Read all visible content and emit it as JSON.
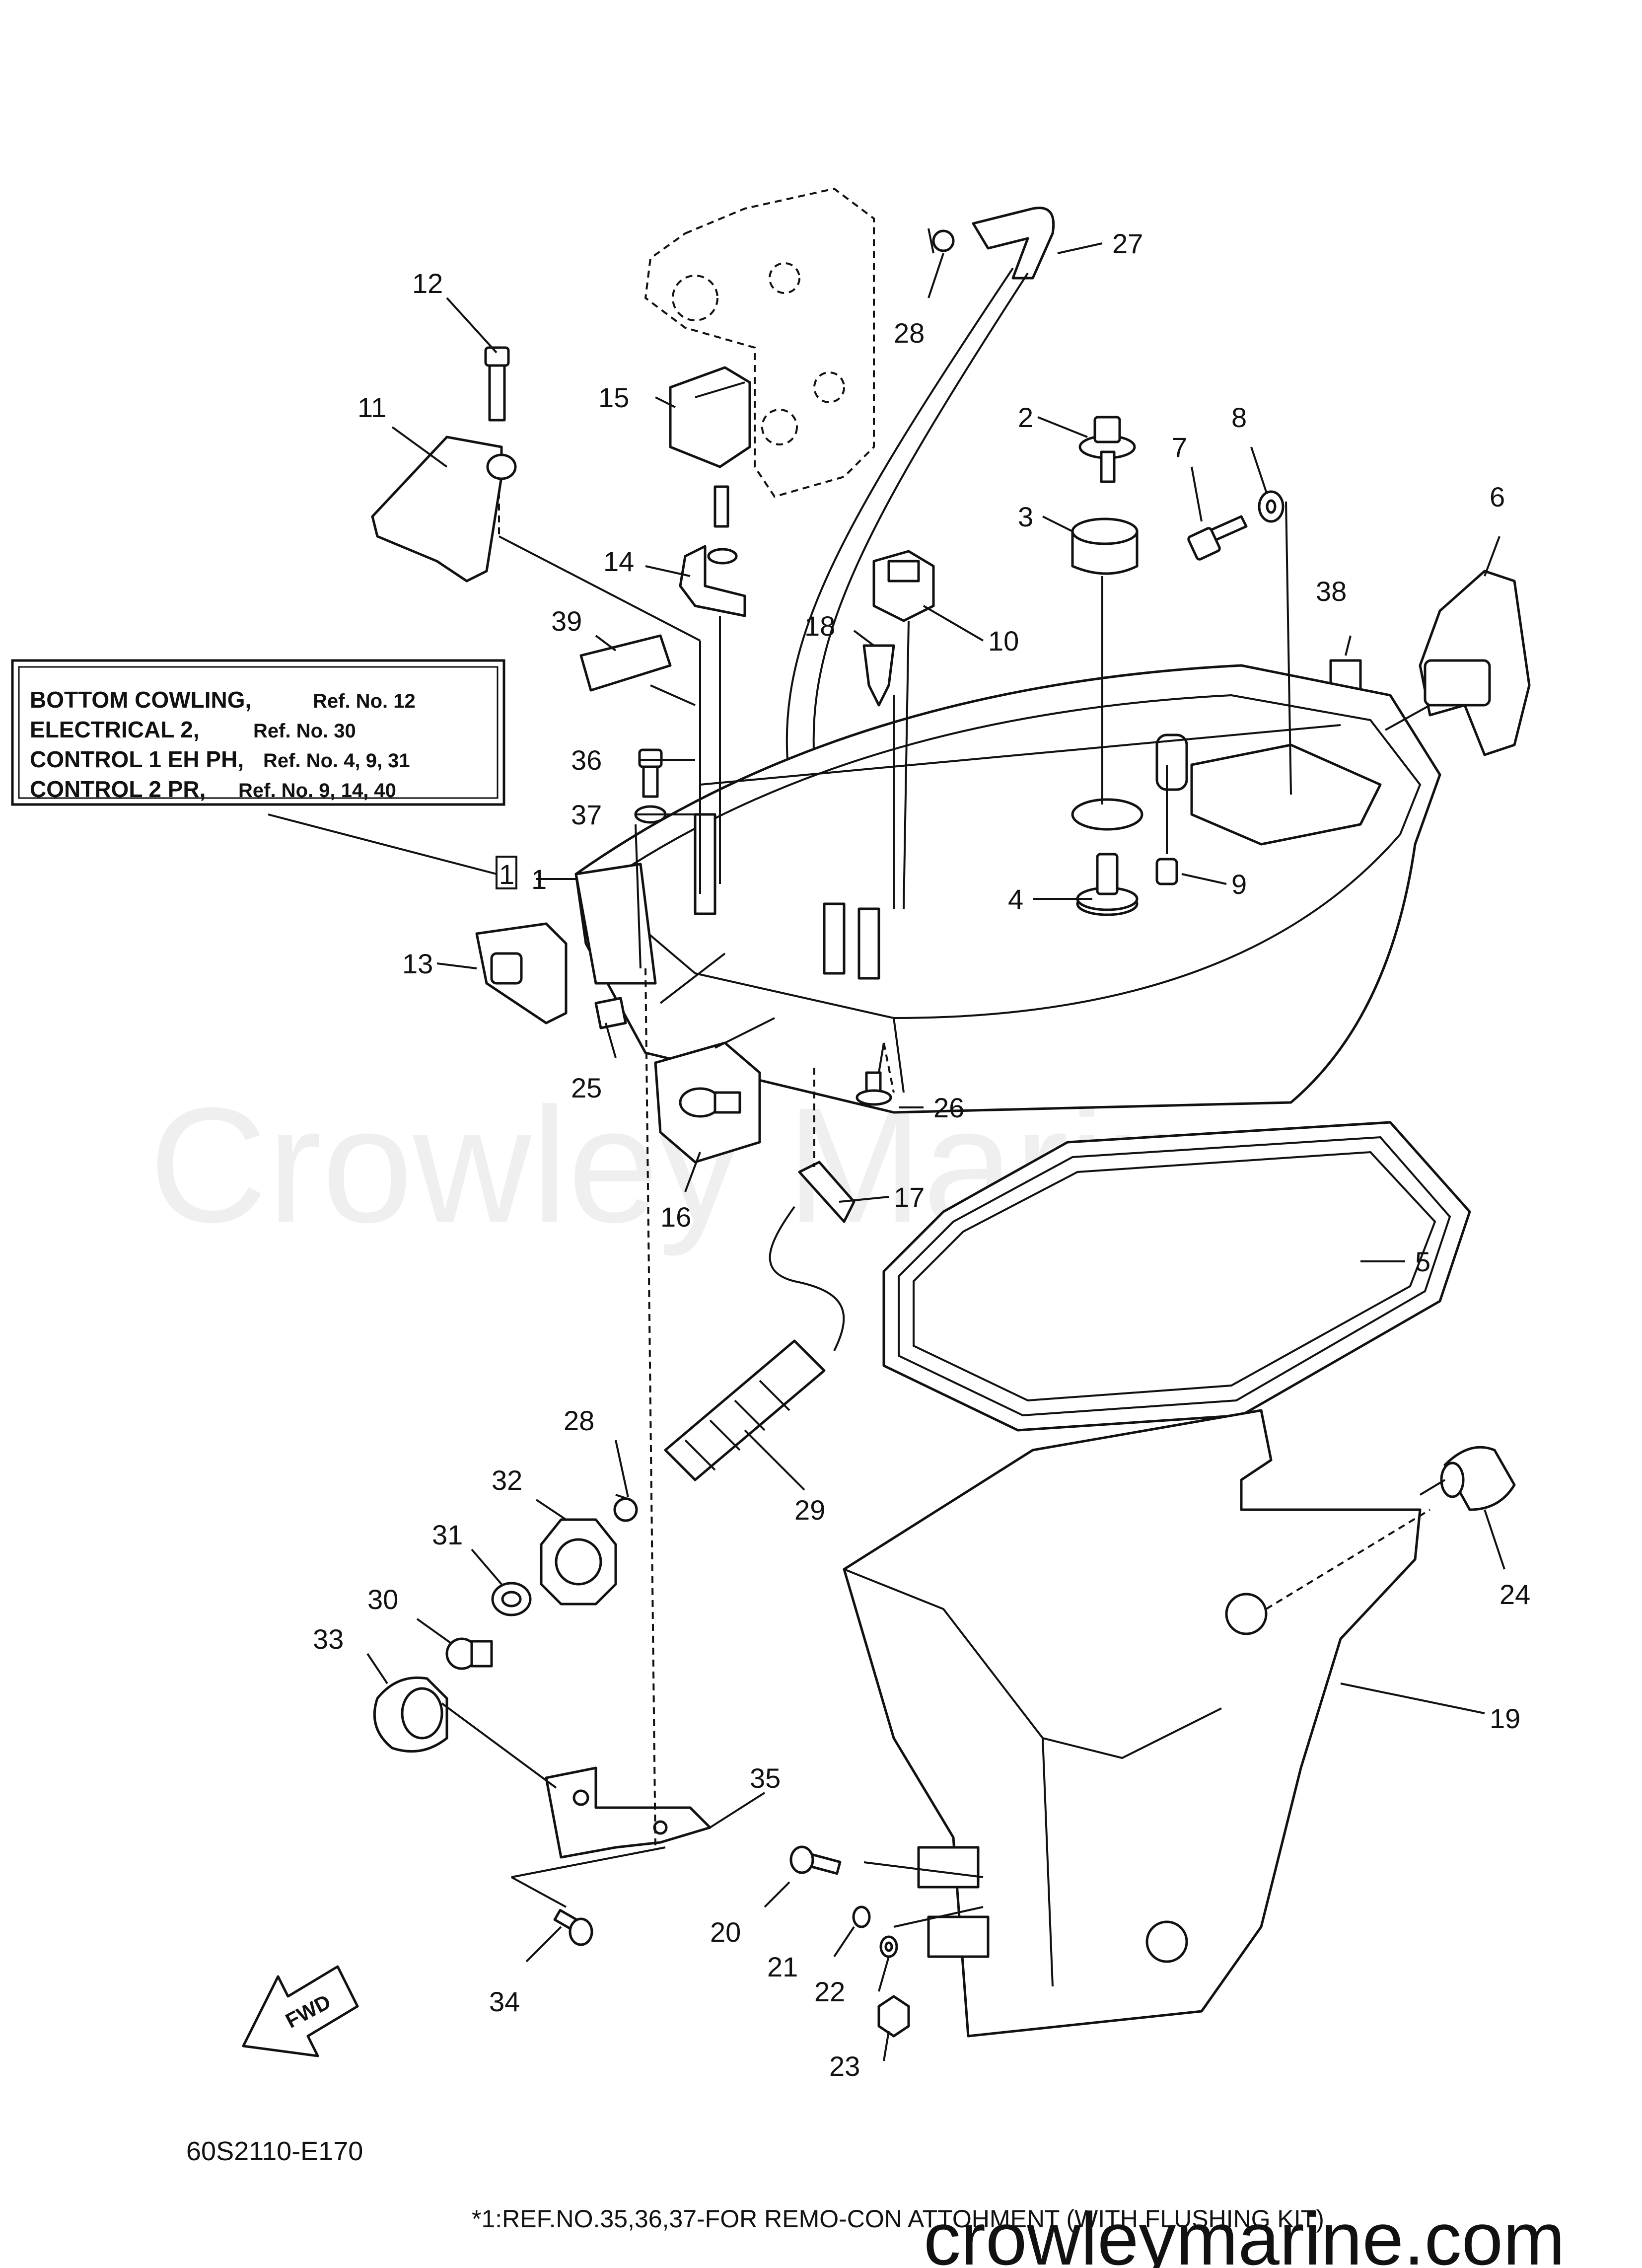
{
  "watermark": {
    "text": "Crowley Marine"
  },
  "brand_url": "crowleymarine.com",
  "diagram_code": "60S2110-E170",
  "footnote": "*1:REF.NO.35,36,37-FOR REMO-CON ATTOHMENT (WITH FLUSHING KIT)",
  "fwd_label": "FWD",
  "legend": {
    "rows": [
      {
        "name": "BOTTOM COWLING,",
        "ref": "Ref. No. 12"
      },
      {
        "name": "ELECTRICAL 2,",
        "ref": "Ref. No. 30"
      },
      {
        "name": "CONTROL 1 EH PH,",
        "ref": "Ref. No. 4, 9, 31"
      },
      {
        "name": "CONTROL 2 PR,",
        "ref": "Ref. No. 9, 14, 40"
      }
    ]
  },
  "note_marker": "1",
  "callouts": [
    "1",
    "2",
    "3",
    "4",
    "5",
    "6",
    "7",
    "8",
    "9",
    "10",
    "11",
    "12",
    "13",
    "14",
    "15",
    "16",
    "17",
    "18",
    "19",
    "20",
    "21",
    "22",
    "23",
    "24",
    "25",
    "26",
    "27",
    "28",
    "28",
    "29",
    "30",
    "31",
    "32",
    "33",
    "34",
    "35",
    "36",
    "37",
    "38",
    "39"
  ]
}
